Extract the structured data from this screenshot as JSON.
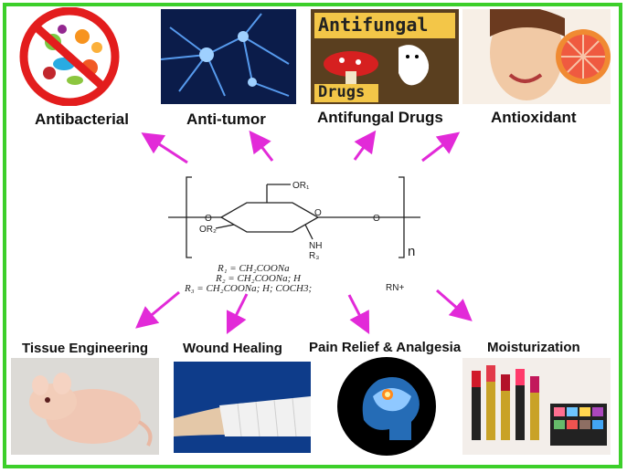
{
  "top_labels": {
    "antibacterial": "Antibacterial",
    "anti_tumor": "Anti-tumor",
    "antifungal": "Antifungal Drugs",
    "antioxidant": "Antioxidant"
  },
  "bottom_labels": {
    "tissue": "Tissue Engineering",
    "wound": "Wound Healing",
    "pain": "Pain Relief & Analgesia",
    "moisture": "Moisturization"
  },
  "antifungal_image_text": {
    "line1": "Antifungal",
    "line2": "Drugs"
  },
  "structure": {
    "or_top": "OR₁",
    "or_left": "OR₂",
    "nh": "NH",
    "r3": "R₃",
    "o_ring": "O",
    "o_left": "O",
    "o_right": "O",
    "subscript_n": "n"
  },
  "formulas": {
    "r1": "R₁ = CH₂COONa",
    "r2": "R₂ = CH₂COONa; H",
    "r3": "R₃ = CH₂COONa; H; COCH3;",
    "r3_extra": "RN+"
  },
  "colors": {
    "border": "#3ccf2a",
    "arrow": "#e22ad8"
  }
}
